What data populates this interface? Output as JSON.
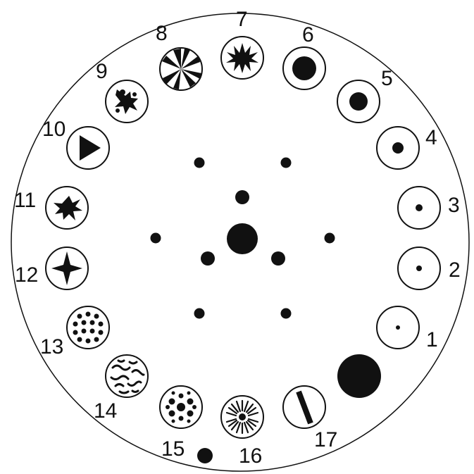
{
  "wheel": {
    "gobos": [
      {
        "label": "1",
        "icon": "tiny-dot-icon"
      },
      {
        "label": "2",
        "icon": "small-dot-icon"
      },
      {
        "label": "3",
        "icon": "small-dot-icon"
      },
      {
        "label": "4",
        "icon": "medium-dot-icon"
      },
      {
        "label": "5",
        "icon": "large-dot-icon"
      },
      {
        "label": "6",
        "icon": "extra-large-dot-icon"
      },
      {
        "label": "7",
        "icon": "starburst-icon"
      },
      {
        "label": "8",
        "icon": "pinwheel-icon"
      },
      {
        "label": "9",
        "icon": "splatter-icon"
      },
      {
        "label": "10",
        "icon": "triangle-icon"
      },
      {
        "label": "11",
        "icon": "jagged-star-icon"
      },
      {
        "label": "12",
        "icon": "four-point-star-icon"
      },
      {
        "label": "13",
        "icon": "dot-grid-icon"
      },
      {
        "label": "14",
        "icon": "squiggle-pattern-icon"
      },
      {
        "label": "15",
        "icon": "dot-cluster-icon"
      },
      {
        "label": "16",
        "icon": "sunburst-icon"
      },
      {
        "label": "17",
        "icon": "slash-icon"
      }
    ],
    "colors": {
      "ink": "#111111",
      "paper": "#ffffff"
    }
  }
}
